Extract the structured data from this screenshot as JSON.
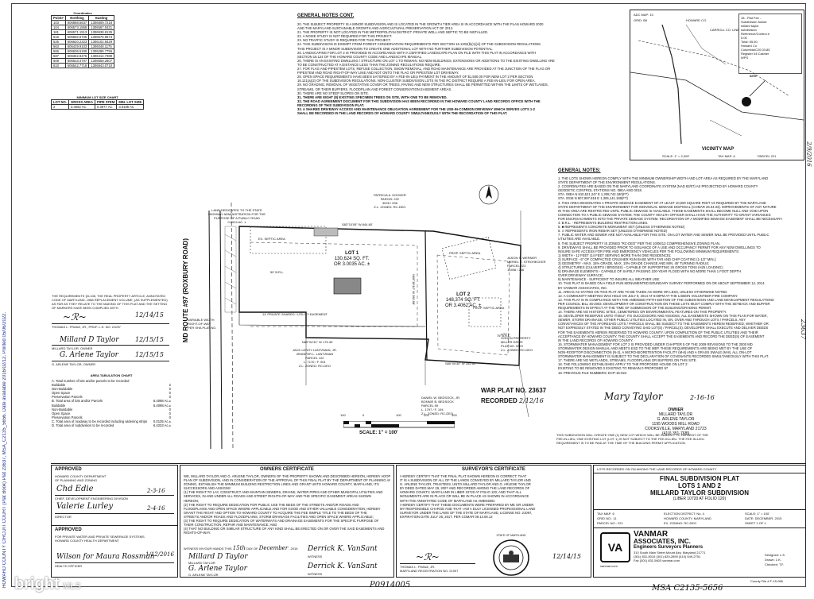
{
  "coordinates": {
    "title": "Coordinates",
    "headers": [
      "Point#",
      "Northing",
      "Easting"
    ],
    "rows": [
      [
        "103",
        "606888.5637",
        "1306609.7218"
      ],
      [
        "104",
        "606573.1858",
        "1306567.0421"
      ],
      [
        "161",
        "606571.1513",
        "1306538.8135"
      ],
      [
        "516",
        "606682.6705",
        "1306576.8673"
      ],
      [
        "526",
        "606620.2323",
        "1306102.8429"
      ],
      [
        "563",
        "606429.9103",
        "1306048.1175"
      ],
      [
        "566",
        "606636.5190",
        "1306286.7755"
      ],
      [
        "587",
        "606362.8476",
        "1306414.7388"
      ],
      [
        "609",
        "606633.4707",
        "1306659.2807"
      ],
      [
        "610",
        "606542.7718",
        "1306843.0710"
      ]
    ]
  },
  "min_lot_size": {
    "title": "MINIMUM LOT SIZE CHART",
    "headers": [
      "LOT NO.",
      "GROSS AREA",
      "PIPE STEM",
      "MIN. LOT SIZE"
    ],
    "row": [
      "2",
      "3.4062 AC",
      "0.3977 AC",
      "3.0185 AC"
    ]
  },
  "general_notes_cont": {
    "title": "GENERAL NOTES CONT.",
    "items": [
      "20.  THE SUBJECT PROPERTY IS A MINOR SUBDIVISION AND IS LOCATED IN THE GROWTH TIER AREA III IN ACCORDANCE WITH THE PLAN HOWARD 2030",
      "      AND THE MARYLAND SUSTAINABLE GROWTH AND AGRICULTURAL PRESERVATION ACT OF 2012.",
      "21.  THE PROPERTY IS NOT LOCATED IN THE METROPOLITAN DISTRICT.  PRIVATE WELL AND SEPTIC TO BE INSTALLED.",
      "22.  A NOISE STUDY IS NOT REQUIRED FOR THIS PROJECT.",
      "23.  NO TRAFFIC STUDY IS REQUIRED FOR THIS PROJECT.",
      "24.  THIS SUBDIVISION IS EXEMPT FROM FOREST CONSERVATION REQUIREMENTS PER SECTION 16.1202(b)(1)(vi) OF THE SUBDIVISION REGULATIONS.",
      "      THIS PROJECT IS A MINOR SUBDIVISION TO CREATE ONE ADDITIONAL LOT WITH NO FURTHER SUBDIVISION POTENTIAL.",
      "25.  LANDSCAPING FOR LOT 2 IS PROVIDED IN ACCORDANCE WITH A CERTIFIED LANDSCAPE PLAN ON FILE WITH THIS PLAT IN ACCORDANCE WITH",
      "      SECTION 16.124 OF THE HOWARD COUNTY CODE AND LANDSCAPE MANUAL.",
      "26.  THERE IS AN EXISTING DWELLING / STRUCTURE ON LOT 1 TO REMAIN.  NO NEW BUILDINGS, EXTENSIONS OR ADDITIONS TO THE EXISTING DWELLING ARE",
      "      TO BE CONSTRUCTED AT A DISTANCE LESS THAN THE ZONING REGULATIONS REQUIRE.",
      "27.  FOR FLAG AND PIPESTEM LOTS, REFUSE COLLECTION, SNOW REMOVAL, AND ROAD MAINTENANCE ARE PROVIDED AT THE JUNCTION OF THE FLAG OR",
      "      PIPESTEM AND ROAD RIGHT-OF-WAY LINE AND NOT ONTO THE FLAG OR PIPESTEM LOT DRIVEWAY.",
      "28.  OPEN SPACE REQUIREMENTS HAVE BEEN SATISFIED BY A FEE-IN-LIEU PAYMENT IN THE AMOUNT OF $1,500.00 FOR NEW LOT 2 PER SECTION",
      "      16.121(a)(2) OF THE SUBDIVISION REGULATIONS.  NON-CLUSTER SUBDIVISION LOTS IN THE RC DISTRICT REQUIRE A FEE-IN-LIEU FOR OPEN AREA.",
      "29.  NO GRADING, REMOVAL OF VEGETATIVE COVER OR TREES, PAVING AND NEW STRUCTURES SHALL BE PERMITTED WITHIN THE LIMITS OF WETLANDS,",
      "      STREAMS, OR THEIR BUFFERS, FLOODPLAIN AND FOREST CONSERVATION EASEMENT AREAS.",
      "30.  THERE ARE NO STEEP SLOPES ON SITE.",
      "31.  THERE ARE EIGHT (8) EXISTING SPECIMEN TREES ON SITE, WITH ONE TO BE REMOVED.",
      "32.  THE ROAD AGREEMENT DOCUMENT FOR THIS SUBDIVISION HAS BEEN RECORDED IN THE HOWARD COUNTY LAND RECORDS OFFICE WITH THE",
      "      RECORDING OF THIS SUBDIVISION PLAT.",
      "33.  A SHARED DRIVEWAY ACCESS AND MAINTENANCE OBLIGATION AGREEMENT FOR THE USE-IN-COMMON DRIVEWAY WHICH SERVES LOTS 1-2",
      "      SHALL BE RECORDED IN THE LAND RECORDS OF HOWARD COUNTY SIMULTANEOUSLY WITH THE RECORDATION OF THIS PLAT."
    ]
  },
  "adc_map": {
    "line1": "ADC MAP: 10",
    "line2": "GRID: B6",
    "stamp": [
      "18 - Plat Fee -",
      "Subdivision Name:",
      "millard taylor",
      "subdivision",
      "Reference/Control #",
      "5.00",
      "Total: 65.50",
      "Howard Co",
      "Columbia/C20.03.85",
      "Register 04:Cashier",
      "WPS"
    ],
    "labels": [
      "HOWARD CO.",
      "CARROLL CO. LINE",
      "ROUTE 97",
      "HOWARD CO.",
      "SITE"
    ],
    "title": "VICINITY MAP",
    "scale": "SCALE: 1\" = 2,000'",
    "tax_map": "TAX MAP: 6",
    "parcel": "PARCEL 221"
  },
  "general_notes": {
    "title": "GENERAL NOTES:",
    "items": [
      "1.   THE LOTS SHOWN HEREON COMPLY WITH THE MINIMUM OWNERSHIP WIDTH AND LOT AREA AS REQUIRED BY THE MARYLAND",
      "      STATE DEPARTMENT OF THE ENVIRONMENT REGULATIONS.",
      "2.   COORDINATES ARE BASED ON THE MARYLAND COORDINATE SYSTEM (NAD 83/07) AS PROJECTED BY HOWARD COUNTY",
      "      GEODETIC CONTROL STATIONS NO. 08EA AND 0018.",
      "          STA. 08EA   N 610,521.247   E 1,308,742.180(FT)",
      "          STA. 0018   N 607,897.818   E 1,305,141.169(FT)",
      "3.   THIS AREA DESIGNATES A PRIVATE SEWAGE EASEMENT OF AT LEAST 10,000 SQUARE FEET AS REQUIRED BY THE MARYLAND",
      "      STATE DEPARTMENT OF THE ENVIRONMENT FOR INDIVIDUAL SEWAGE DISPOSAL (COMAR 26.04.03). IMPROVEMENTS OF ANY NATURE",
      "      IN THIS AREA ARE RESTRICTED UNTIL PUBLIC SEWAGE IS AVAILABLE. THESE EASEMENTS SHALL BECOME NULL AND VOID UPON",
      "      CONNECTION TO A PUBLIC SEWAGE SYSTEM. THE COUNTY HEALTH OFFICER SHALL HAVE THE AUTHORITY TO GRANT VARIANCES",
      "      FOR ENCROACHMENTS INTO THE PRIVATE SEWAGE SYSTEM. RECORDATION OF A MODIFIED SEWAGE EASEMENT SHALL BE NECESSARY.",
      "4.   B.R.L. - REPRESENTS BUILDING RESTRICTION LINES.",
      "5.   ■ REPRESENTS CONCRETE MONUMENT SET (UNLESS OTHERWISE NOTED)",
      "6.   ⊙ REPRESENTS IRON REBAR SET (UNLESS OTHERWISE NOTED)",
      "7.   PUBLIC WATER AND SEWER ARE NOT AVAILABLE FOR THIS SITE.  ON-LOT WATER AND SEWER WILL BE PROVIDED UNTIL PUBLIC",
      "      UTILITIES ARE AVAILABLE.",
      "8.   THE SUBJECT PROPERTY IS ZONED \"RC-DEO\" PER THE 10/06/13 COMPREHENSIVE ZONING PLAN.",
      "9.   DRIVEWAYS SHALL BE PROVIDED PRIOR TO ISSUANCE OF A USE AND OCCUPANCY PERMIT FOR ANY NEW DWELLINGS TO",
      "      INSURE SAFE ACCESS FOR FIRE AND EMERGENCY VEHICLES PER THE FOLLOWING MINIMUM REQUIREMENTS:",
      "          1) WIDTH - 12 FEET (14 FEET SERVING MORE THAN ONE RESIDENCE);",
      "          2) SURFACE - 6\" OF COMPACTED CRUSHER RUN BASE WITH TAR AND CHIP COATING (1-1/2\" MIN.);",
      "          3) GEOMETRY - MAX. 15% GRADE, MAX. 10% GRADE CHANGE AND MIN. 45' TURNING RADIUS;",
      "          4) STRUCTURES (CULVERTS / BRIDGES) - CAPABLE OF SUPPORTING 25 GROSS TONS (H25 LOADING);",
      "          5) DRAINAGE ELEMENTS - CAPABLE OF SAFELY PASSING 100-YEAR FLOOD WITH NO MORE THAN 1 FOOT DEPTH",
      "              OVER DRIVEWAY SURFACE;",
      "          6) MAINTENANCE - SUFFICIENT TO INSURE ALL WEATHER USE.",
      "10.  THIS PLAT IS BASED ON A FIELD RUN MONUMENTED BOUNDARY SURVEY PERFORMED ON OR ABOUT SEPTEMBER 12, 2014",
      "      BY VANMAR ASSOCIATES, INC.",
      "11.  AREAS AS STATED ON THIS PLAT ARE TO BE TAKEN AS MORE OR LESS, UNLESS OTHERWISE NOTED.",
      "12.  A COMMUNITY MEETING WAS HELD ON JULY 9, 2014 AT 6:00PM AT THE LISBON VOLUNTEER FIRE COMPANY.",
      "13.  THIS PLAT IS IN COMPLIANCE WITH THE AMENDED FIFTH EDITION OF THE SUBDIVISION AND LAND DEVELOPMENT REGULATIONS",
      "      PER COUNCIL BILL 45-2003.  DEVELOPMENT OR CONSTRUCTION ON THESE LOTS MUST COMPLY WITH THE SETBACK AND BUFFER",
      "      REQUIREMENTS IN EFFECT AT THE TIME OF SUBMISSION OF THE BUILDING/GRADING PERMIT.",
      "14.  THERE ARE NO HISTORIC SITES, CEMETERIES OR ENVIRONMENTAL FEATURES ON THIS PROPERTY.",
      "15.  DEVELOPER RESERVES UNTO ITSELF, ITS SUCCESSORS AND ASSIGNS, ALL EASEMENTS SHOWN ON THIS PLAN FOR WATER,",
      "      SEWER, STORM DRAINAGE, OTHER PUBLIC UTILITIES LOCATED IN, ON, OVER AND THROUGH LOTS / PARCELS.  ANY",
      "      CONVEYANCES OF THE AFORESAID LOTS / PARCELS SHALL BE SUBJECT TO THE EASEMENTS HEREIN RESERVED, WHETHER OR",
      "      NOT EXPRESSLY STATED IN THE DEED CONVEYING SAID LOT(S) / PARCEL(S).  DEVELOPER SHALL EXECUTE AND DELIVER DEEDS",
      "      FOR THE EASEMENTS HEREIN RESERVED TO HOWARD COUNTY.  UPON COMPLETION OF THE PUBLIC UTILITIES AND THEIR",
      "      ACCEPTANCE BY HOWARD COUNTY, THE COUNTY SHALL ACCEPT THE EASEMENTS AND RECORD THE DEED(S) OF EASEMENT",
      "      IN THE LAND RECORDS OF HOWARD COUNTY.",
      "16.  STORMWATER MANAGEMENT FOR LOT 2 IS PROVIDED UNDER CHAPTER 5 OF THE 2009 REVISIONS TO THE 2000 MD",
      "      STORMWATER DESIGN MANUAL AND MEETS ESD TO THE MEP.  THESE REQUIREMENTS ARE BEING MET BY THE USE OF",
      "      NON-ROOFTOP DISCONNECTION (N-2), A MICRO-BIORETENTION FACILITY (M-6) AND A GRASS SWALE (M-8).  ALL ON-LOT",
      "      STORMWATER MANAGEMENT IS SUBJECT TO THE DECLARATION OF COVENANTS RECORDED SIMULTANEOUSLY WITH THIS PLAT.",
      "17.  THERE ARE NO WETLANDS, STREAMS, FLOODPLAINS OR BUFFERS ON THIS SITE.",
      "18.  THE FOLLOWING ESTABLISHES APPLY TO THE PROPOSED HOUSE ON LOT 2:",
      "          EXISTING TO BE REMOVED  0        EXISTING TO REMAIN  0        PROPOSED    97",
      "19.  PREVIOUS FILE NUMBERS:   ECP-15-024"
    ]
  },
  "plan": {
    "road_label_1": "MD ROUTE #97",
    "road_label_2": "(ROXBURY ROAD)",
    "lot1_label": "LOT 1",
    "lot1_area": "130,624 SQ. FT.",
    "lot1_acres": "OR 3.0035 AC. ±",
    "lot2_label": "LOT 2",
    "lot2_area": "148,374 SQ. FT.",
    "lot2_acres": "OR 3.4062 AC. ±",
    "septic_1": "EX. SEPTIC AREA",
    "septic_2": "PROP. SEPTIC AREA",
    "septic_3": "PROP. SEPTIC AREA",
    "owner_n": [
      "PATRICIA A. HOOKER",
      "PARCEL 222",
      "3028 / 298",
      "Z.L. ZONED: RC-DEO"
    ],
    "owner_e": [
      "JASON S. WERNER",
      "MERIEL E. STROHECKER",
      "PARCEL 223",
      "15498 / 246"
    ],
    "owner_s": [
      "JACK LEROY LANTZMAN, JR.",
      "JENNIFER L. LANTZMAN",
      "PARCEL 122",
      "L. 7170 / F. 001",
      "Z.L. ZONED: RC-DEO"
    ],
    "owner_s2": [
      "DANIEL W. BEDSOCK, JR.",
      "BONNIE B. BEDSOCK",
      "PARCEL 59",
      "L. 1797 / F. 194",
      "Z.L. ZONED: RC-DEO"
    ],
    "owner_se": [
      "LOT 1",
      "OGDEN PROPERTY",
      "MILLER DRIVE",
      "PLAT NO. 5920",
      "Z.L. ZONED: RC-DEO"
    ],
    "row_note": [
      "LAND DEDICATED TO THE STATE",
      "HIGHWAY ADMINISTRATION FOR THE",
      "PURPOSE OF A PUBLIC ROAD",
      "0.0024 AC. ±"
    ],
    "easement": "14' PRIVATE SHARED / UTILITY EASEMENT",
    "row_note2": [
      "VARIABLE WIDTH",
      "RIGHT-OF-WAY",
      "PER SHA PLAT NO."
    ],
    "dims": [
      "S83°10'05\" W 844.60'",
      "N08°18'44\" W 280.68'",
      "S03°55'09\" W 489.31'",
      "N89°04'31\" W 175.30'",
      "S80°05'30\" W 345.60'",
      "50' B.R.L.",
      "75' B.R.L."
    ]
  },
  "scale_bar": {
    "ticks": [
      "100",
      "0",
      "100",
      "200",
      "300"
    ],
    "label": "SCALE: 1\" = 100'"
  },
  "war_plat": {
    "no": "WAR PLAT NO. 23637",
    "recorded_label": "RECORDED",
    "recorded_date": "2/12/16"
  },
  "surveyor_cert_side": {
    "text": "THE REQUIREMENTS §3-108, THE REAL PROPERTY ARTICLE, ANNOTATED CODE OF MARYLAND, 1988 REPLACEMENT VOLUME, (AS SUPPLEMENTED) AS FAR AS THEY RELATE TO THE MAKING OF THIS PLAT AND THE SETTING OF MARKERS HAVE BEEN COMPLIED WITH.",
    "sig1_name": "THOMAS L. FRANZ, JR., PROF. L.S. NO. 21097",
    "sig1_date": "12/14/15",
    "sig2_name": "MILLARD TAYLOR, OWNER",
    "sig2_date": "12/15/15",
    "sig3_name": "G. ARLENE TAYLOR, OWNER",
    "sig3_date": "12/15/15"
  },
  "area_tab": {
    "title": "AREA TABULATION CHART",
    "rows": [
      [
        "A.  Total number of lots and/or parcels to be recorded",
        ""
      ],
      [
        "      Buildable",
        "2"
      ],
      [
        "      Non-Buildable",
        "0"
      ],
      [
        "      Open Space",
        "0"
      ],
      [
        "      Preservation Parcels",
        "0"
      ],
      [
        "B.  Total area of lots and/or Parcels",
        "6.4098 Ac.±"
      ],
      [
        "      Buildable",
        "6.4098 Ac.±"
      ],
      [
        "      Non-Buildable",
        "0"
      ],
      [
        "      Open Space",
        "0"
      ],
      [
        "      Preservation Parcels",
        "0"
      ],
      [
        "C.  Total area of roadway to be recorded including widening strips",
        "0.0135 Ac.±"
      ],
      [
        "D.  Total area of subdivision to be recorded",
        "6.4233 Ac.±"
      ]
    ]
  },
  "owner_signature": {
    "sig": "Mary Taylor",
    "date": "2-16-16",
    "label_owner": "OWNER",
    "lines": [
      "MILLARD TAYLOR",
      "G. ARLENE TAYLOR",
      "1195 WOODS MILL ROAD",
      "COOKSVILLE, MARYLAND  21723",
      "(410) 351-7689"
    ]
  },
  "septic_note": "THIS SUBDIVISION WILL CREATE ONE (1) NEW LOT WHICH WILL BE SUBJECT TO PAYMENT OF THE FEE-IN-LIEU; ONE EXISTING LOT (LOT 1) IS NOT SUBJECT TO THE FEE-IN-LIEU. THE FEE-IN-LIEU REQUIREMENT IS TO BE PAID AT THE TIME OF THE BUILDING PERMIT APPLICATION.",
  "approved": {
    "title1": "APPROVED",
    "line1": "HOWARD COUNTY DEPARTMENT",
    "line2": "OF PLANNING AND ZONING",
    "chief_label": "CHIEF, DEVELOPMENT ENGINEERING DIVISION",
    "chief_date": "2-3-16",
    "director_label": "DIRECTOR",
    "director_date": "2-4-16",
    "title2": "APPROVED",
    "line3": "FOR PRIVATE WATER AND PRIVATE SEWERAGE SYSTEMS",
    "line4": "HOWARD COUNTY HEALTH DEPARTMENT",
    "health_label": "HEALTH OFFICER",
    "health_date": "1/12/2016"
  },
  "owners_cert": {
    "title": "OWNERS CERTIFICATE",
    "body": [
      "WE, MILLARD TAYLOR AND G. ARLENE TAYLOR, OWNERS OF THE PROPERTY SHOWN AND DESCRIBED HEREON, HEREBY ADOPT THIS",
      "PLAN OF SUBDIVISION, AND IN CONSIDERATION OF THE APPROVAL OF THIS FINAL PLAT BY THE DEPARTMENT OF PLANNING AND",
      "ZONING, ESTABLISH THE MINIMUM BUILDING RESTRICTION LINES AND GRANT UNTO HOWARD COUNTY, MARYLAND, ITS",
      "SUCCESSORS AND ASSIGNS:",
      "(1)  THE RIGHT TO LAY, CONSTRUCT AND MAINTAIN SEWERS, DRAINS, WATER PIPES AND OTHER MUNICIPAL UTILITIES AND",
      "      SERVICES, IN AND UNDER ALL ROADS AND STREET RIGHTS-OF-WAY AND THE SPECIFIC EASEMENT AREAS SHOWN",
      "      HEREON;",
      "(2)  THE RIGHT TO REQUIRE DEDICATION FOR PUBLIC USE THE BEDS OF THE STREETS AND/OR ROADS AND",
      "      FLOODPLAINS AND OPEN SPACE WHERE APPLICABLE AND FOR GOOD AND OTHER VALUABLE CONSIDERATION, HEREBY",
      "      GRANT THE RIGHT AND OPTION TO HOWARD COUNTY TO ACQUIRE THE FEE SIMPLE TITLE TO THE BEDS OF THE",
      "      STREETS AND/OR ROADS AND FLOODPLAINS, STORM DRAINAGE FACILITIES AND OPEN SPACE WHERE APPLICABLE;",
      "(3)  THE RIGHT TO REQUIRE DEDICATION OF WATERWAYS AND DRAINAGE EASEMENTS FOR THE SPECIFIC PURPOSE OF",
      "      THEIR CONSTRUCTION, REPAIR AND MAINTENANCE; AND",
      "(4)  THAT NO BUILDING OR SIMILAR STRUCTURE OF ANY KIND SHALL BE ERECTED ON OR OVER THE SAID EASEMENTS AND",
      "      RIGHTS-OF-WAY."
    ],
    "witness_line": "WITNESS MY/OUR HANDS THIS",
    "witness_day": "15th",
    "witness_day_label": "DAY OF",
    "witness_month": "December",
    "witness_year": ", 2015",
    "owner1": "MILLARD TAYLOR",
    "owner2": "G. ARLENE TAYLOR",
    "witness_label": "WITNESS",
    "witness_sig": "Derrick K. VanSant"
  },
  "surveyors_cert": {
    "title": "SURVEYOR'S CERTIFICATE",
    "body": [
      "I HEREBY CERTIFY THAT THE FINAL PLAT SHOWN HEREON IS CORRECT; THAT",
      "IT IS A SUBDIVISION OF ALL OF THE LANDS CONVEYED BY MILLARD TAYLOR AND",
      "G. ARLENE TAYLOR, TRUSTEES, UNTO MILLARD TAYLOR AND G. ARLENE TAYLOR",
      "BY DEED DATED MAY 29, 2007 AND RECORDED AMONG THE LAND RECORDS OF",
      "HOWARD COUNTY, MARYLAND IN LIBER 10720 AT FOLIO 120; AND THAT ALL",
      "MONUMENTS ARE IN PLACE OR WILL BE IN PLACE AS SHOWN IN ACCORDANCE",
      "WITH THE ANNOTATED CODE OF MARYLAND AS AMENDED.",
      "I HEREBY CERTIFY THAT THESE DOCUMENTS WERE PREPARED BY ME OR UNDER",
      "MY RESPONSIBLE CHARGE AND THAT I AM A DULY LICENSED PROFESSIONAL LAND",
      "SURVEYOR UNDER THE LAWS OF THE STATE OF MARYLAND, LICENSE NO. 21097,",
      "EXPIRATION DATE JULY 26, 2017.  PER COMAR 09.13.06.12"
    ],
    "sig_name": "THOMAS L. FRANZ, JR.",
    "sig_title": "MARYLAND REGISTRATION NO. 21097",
    "sig_date": "12/14/15",
    "seal_text": "STATE OF MARYLAND"
  },
  "title_block": {
    "liber_line": "LOTS RECORDED ON                 ON          AMONG THE LAND RECORDS OF HOWARD COUNTY",
    "title1": "FINAL SUBDIVISION PLAT",
    "title2": "LOTS 1 AND 2",
    "title3": "MILLARD TAYLOR SUBDIVISION",
    "liber": "(LIBER 10720 AT FOLIO 120)",
    "tax_map": "TAX MAP: 6",
    "grid_no": "GRID NO.: 11",
    "parcel_no": "PARCEL NO.: 221",
    "election": "ELECTION DISTRICT: No. 4",
    "county": "HOWARD COUNTY, MARYLAND",
    "zoning": "EX. ZONING: RC-DEO",
    "scale": "SCALE: 1\" = 100'",
    "date": "DATE: DECEMBER, 2015",
    "sheet": "SHEET 1 OF 1"
  },
  "firm": {
    "logo": "VA",
    "name1": "VANMAR",
    "name2": "ASSOCIATES, INC.",
    "name3": "Engineers Surveyors Planners",
    "addr1": "310 South Main Street  Mount Airy, Maryland 21771",
    "addr2": "(301) 831-5015  (301) 829-2890  (410) 549-2751",
    "addr3": "Fax (301) 831-5603   vanmar.com",
    "url": "vanmar.com",
    "designed": "Designed: L.K.",
    "drawn": "Drawn: L.K.",
    "checked": "Checked: T.F."
  },
  "footer": {
    "county_file": "County File # F-15-065",
    "msa": "MSA  C2135-5656",
    "stamp_left": "P0914005",
    "bright": "bright",
    "mls": "MLS"
  },
  "side_stamp": "HOWARD COUNTY CIRCUIT COURT (Plat Book) Plat 23637, MSA_C2135_5656. Date available 2016/02/12. Printed 05/06/2022.",
  "corner_marks": {
    "top_right": "2/9/2016",
    "mid_right": "23637"
  }
}
